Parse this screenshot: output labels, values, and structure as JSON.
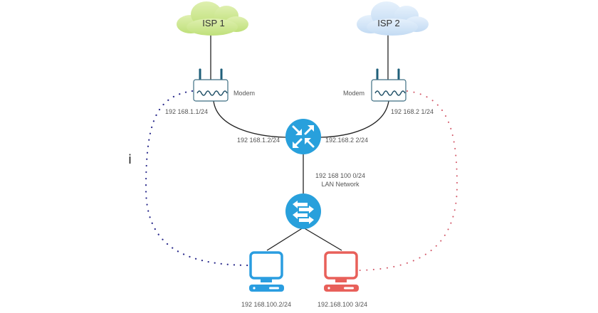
{
  "diagram": {
    "title": "Dual ISP network topology",
    "isp1": {
      "label": "ISP 1",
      "color": "#c9e58a"
    },
    "isp2": {
      "label": "ISP 2",
      "color": "#cfe3f7"
    },
    "modem1": {
      "label": "Modem",
      "ip": "192 168.1.1/24"
    },
    "modem2": {
      "label": "Modem",
      "ip": "192 168.2 1/24"
    },
    "router": {
      "ip_left": "192 168.1.2/24",
      "ip_right": "192.168.2 2/24",
      "color": "#28a0dc"
    },
    "lan": {
      "subnet": "192 168 100 0/24",
      "name": "LAN Network"
    },
    "switch": {
      "color": "#28a0dc"
    },
    "pc1": {
      "ip": "192 168.100.2/24",
      "color": "#2a9de0",
      "link_color": "#2b2b8c"
    },
    "pc2": {
      "ip": "192.168.100 3/24",
      "color": "#e8605a",
      "link_color": "#d35a6a"
    },
    "stray_char": "i"
  }
}
